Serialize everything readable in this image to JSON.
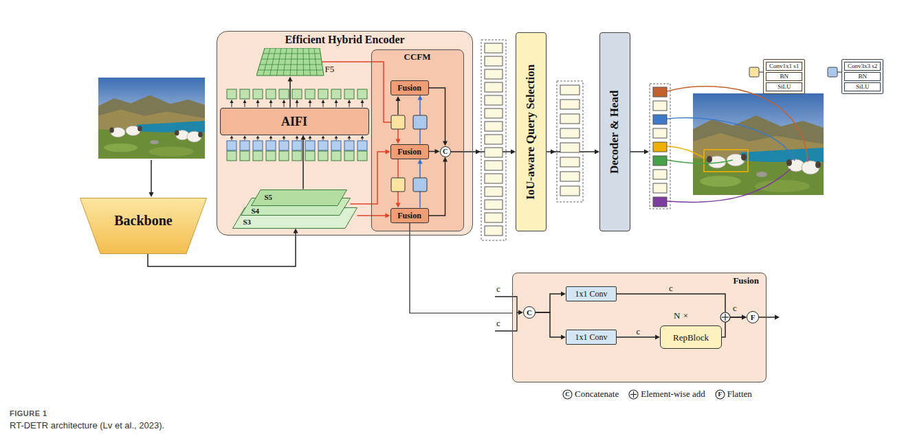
{
  "diagram": {
    "caption": "RT-DETR architecture (Lv et al., 2023).",
    "nodes": [
      {
        "text": [
          "Efficient Hybrid Encoder"
        ]
      },
      {
        "text": [
          "F5"
        ],
        "in": 0
      },
      {
        "text": [
          "AIFI"
        ],
        "in": 0
      },
      {
        "text": [
          "S5"
        ],
        "in": 0
      },
      {
        "text": [
          "S4"
        ],
        "in": 0
      },
      {
        "text": [
          "S3"
        ],
        "in": 0
      },
      {
        "text": [
          "CCFM"
        ],
        "in": 0
      },
      {
        "text": [
          "Fusion"
        ],
        "in": 6
      },
      {
        "text": [
          "Fusion"
        ],
        "in": 6
      },
      {
        "text": [
          "Fusion"
        ],
        "in": 6
      },
      {
        "text": [
          "C"
        ],
        "in": 6
      },
      {
        "text": [
          "Backbone"
        ]
      },
      {
        "text": [
          "IoU-aware Query Selection"
        ]
      },
      {
        "text": [
          "Decoder & Head"
        ]
      },
      {
        "text": [
          "Conv1x1 s1",
          "BN",
          "SiLU"
        ]
      },
      {
        "text": [
          "Conv3x3 s2",
          "BN",
          "SiLU"
        ]
      },
      {
        "text": [
          "Fusion"
        ]
      },
      {
        "text": [
          "C"
        ],
        "in": 16
      },
      {
        "text": [
          "1x1 Conv"
        ],
        "in": 16
      },
      {
        "text": [
          "1x1 Conv"
        ],
        "in": 16
      },
      {
        "text": [
          "RepBlock"
        ],
        "in": 16
      },
      {
        "text": [
          "F"
        ],
        "in": 16
      }
    ],
    "edges": [
      {
        "from": 11,
        "to": 5,
        "arrow": "to"
      },
      {
        "from": 3,
        "to": 2,
        "arrow": "to"
      },
      {
        "from": 2,
        "to": 1,
        "arrow": "to"
      },
      {
        "from": 1,
        "to": 8,
        "arrow": "to"
      },
      {
        "from": 4,
        "to": 8,
        "arrow": "to"
      },
      {
        "from": 5,
        "to": 9,
        "arrow": "to"
      },
      {
        "from": 8,
        "to": 9,
        "arrow": "to"
      },
      {
        "from": 9,
        "to": 8,
        "arrow": "to"
      },
      {
        "from": 8,
        "to": 7,
        "arrow": "to"
      },
      {
        "from": 7,
        "to": 10,
        "arrow": "to"
      },
      {
        "from": 8,
        "to": 10,
        "arrow": "to"
      },
      {
        "from": 9,
        "to": 10,
        "arrow": "to"
      },
      {
        "from": 10,
        "to": 12,
        "arrow": "to"
      },
      {
        "from": 12,
        "to": 13,
        "arrow": "to"
      },
      {
        "from": 9,
        "to": 16,
        "arrow": "none"
      },
      {
        "from": 17,
        "to": 18,
        "arrow": "to"
      },
      {
        "from": 17,
        "to": 19,
        "arrow": "to"
      },
      {
        "from": 18,
        "to": 21,
        "label": "c",
        "arrow": "to"
      },
      {
        "from": 19,
        "to": 20,
        "label": "c",
        "arrow": "to"
      },
      {
        "from": 20,
        "to": 21,
        "arrow": "to"
      }
    ],
    "labels": [
      "N ×",
      "c",
      "c",
      "c",
      "C",
      "F",
      "FIGURE 1"
    ],
    "legend": [
      {
        "text": "Concatenate"
      },
      {
        "text": "Element-wise add"
      },
      {
        "text": "Flatten"
      }
    ]
  }
}
